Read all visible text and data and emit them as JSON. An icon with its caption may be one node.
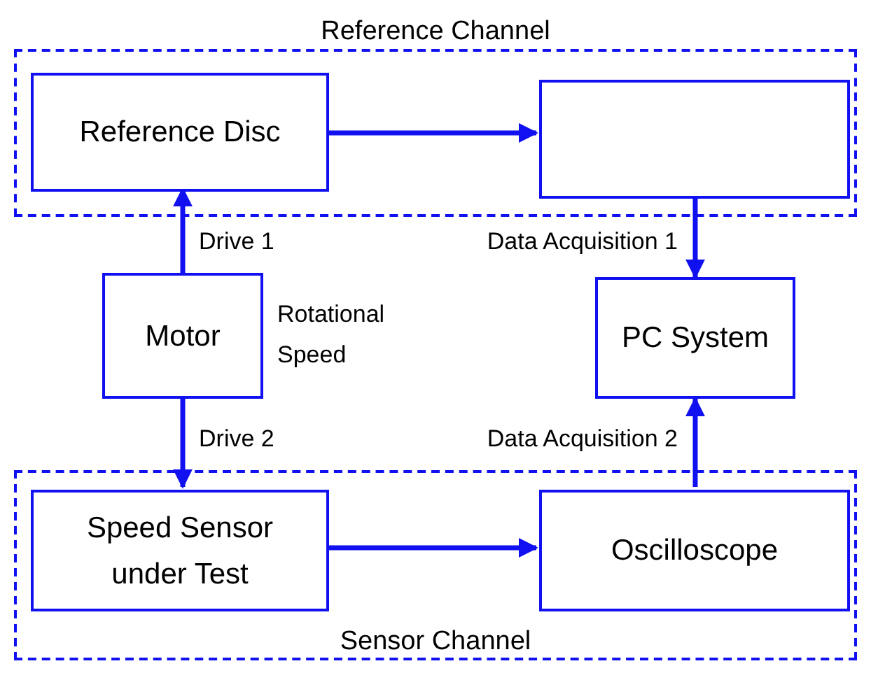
{
  "diagram": {
    "nodes": [
      {
        "text": [
          "Reference Channel"
        ]
      },
      {
        "text": [
          "Reference Disc"
        ],
        "in": 0
      },
      {
        "text": [],
        "shape": "box",
        "in": 0
      },
      {
        "text": [
          "Motor"
        ],
        "beside": [
          "Rotational Speed"
        ]
      },
      {
        "text": [
          "PC System"
        ]
      },
      {
        "text": [
          "Sensor Channel"
        ]
      },
      {
        "text": [
          "Speed Sensor under Test"
        ],
        "in": 5
      },
      {
        "text": [
          "Oscilloscope"
        ],
        "in": 5
      }
    ],
    "edges": [
      {
        "from": 1,
        "to": 2,
        "arrow": "to"
      },
      {
        "from": 2,
        "to": 4,
        "arrow": "to",
        "label": "Data Acquisition 1"
      },
      {
        "from": 3,
        "to": 1,
        "arrow": "to",
        "label": "Drive 1"
      },
      {
        "from": 3,
        "to": 6,
        "arrow": "to",
        "label": "Drive 2"
      },
      {
        "from": 6,
        "to": 7,
        "arrow": "to"
      },
      {
        "from": 7,
        "to": 4,
        "arrow": "to",
        "label": "Data Acquisition 2"
      }
    ]
  }
}
